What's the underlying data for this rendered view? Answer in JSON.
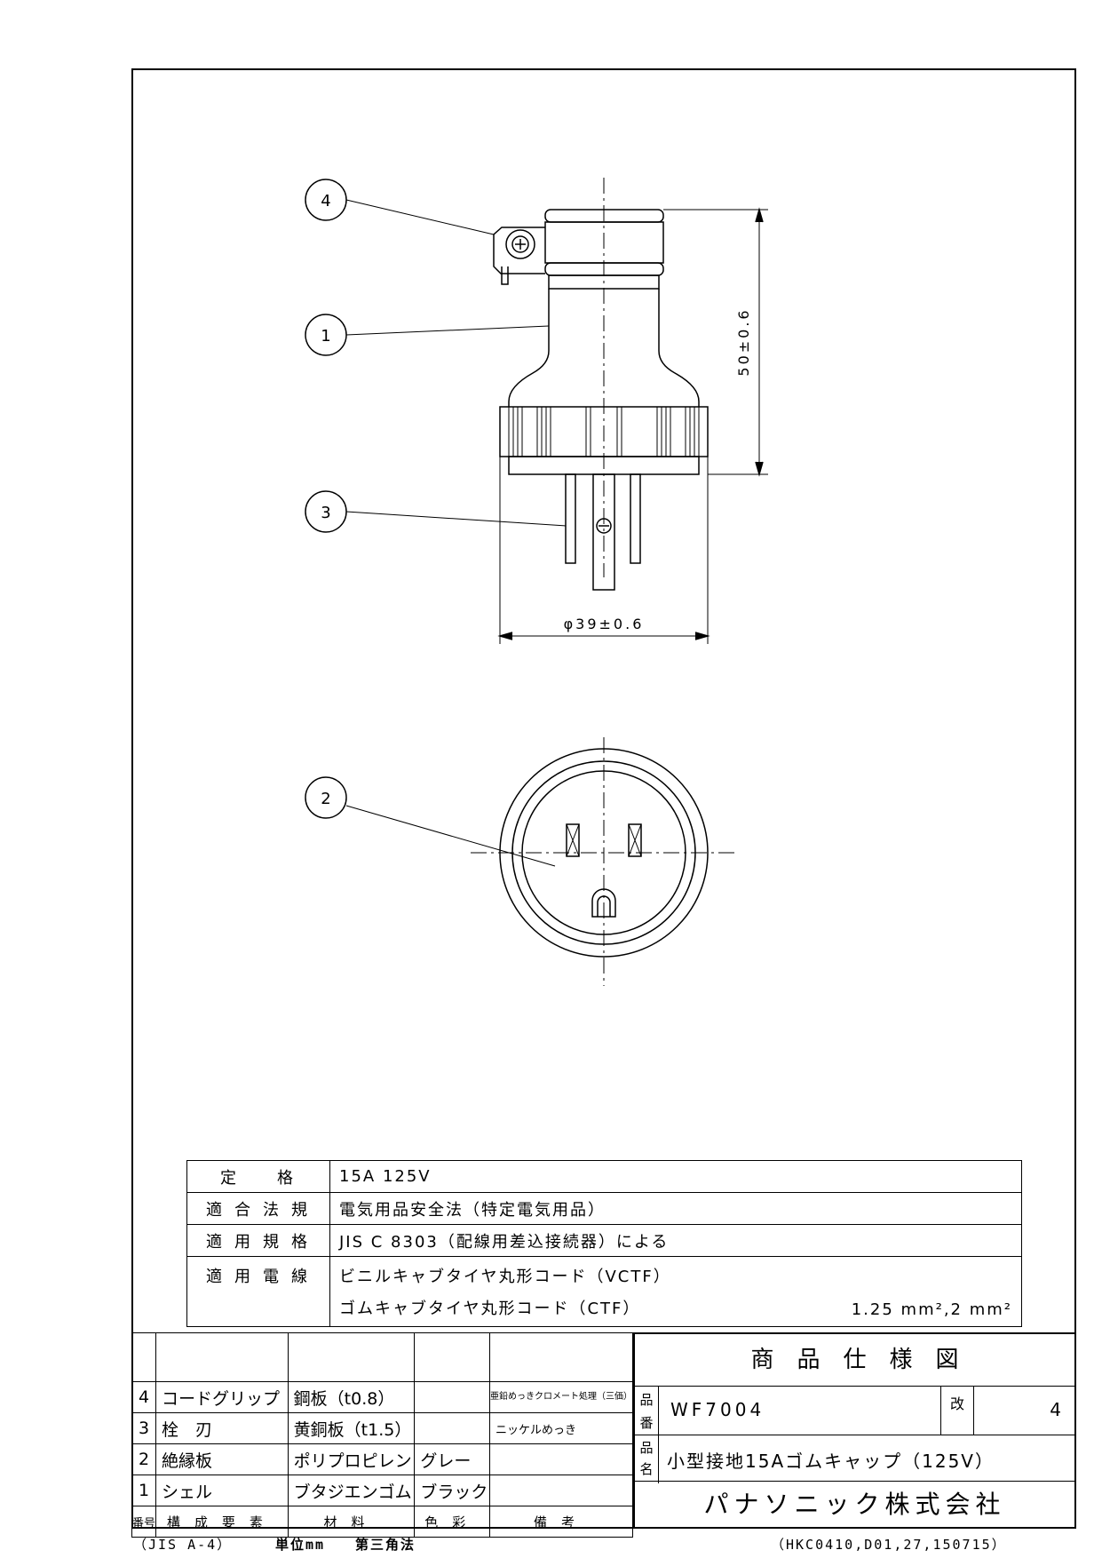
{
  "drawing": {
    "balloons": [
      "4",
      "1",
      "3",
      "2"
    ],
    "dim_height": "50±0.6",
    "dim_diameter": "φ39±0.6"
  },
  "spec_table": {
    "rows": [
      {
        "label": "定　格",
        "value": "15A 125V"
      },
      {
        "label": "適合法規",
        "value": "電気用品安全法（特定電気用品）"
      },
      {
        "label": "適用規格",
        "value": "JIS C 8303（配線用差込接続器）による"
      },
      {
        "label": "適用電線",
        "value": "ビニルキャブタイヤ丸形コード（VCTF）",
        "value2": "ゴムキャブタイヤ丸形コード（CTF）",
        "value3": "1.25 mm²,2 mm²"
      }
    ]
  },
  "parts_table": {
    "rows": [
      {
        "no": "4",
        "name": "コードグリップ",
        "material": "鋼板（t0.8）",
        "color": "",
        "note": "亜鉛めっきクロメート処理（三価）"
      },
      {
        "no": "3",
        "name": "栓　刃",
        "material": "黄銅板（t1.5）",
        "color": "",
        "note": "ニッケルめっき"
      },
      {
        "no": "2",
        "name": "絶縁板",
        "material": "ポリプロピレン",
        "color": "グレー",
        "note": ""
      },
      {
        "no": "1",
        "name": "シェル",
        "material": "ブタジエンゴム",
        "color": "ブラック",
        "note": ""
      }
    ],
    "header": {
      "no": "番号",
      "name": "構成要素",
      "material": "材料",
      "color": "色彩",
      "note": "備考"
    }
  },
  "title_block": {
    "title": "商　品　仕　様　図",
    "hinban_label": "品番",
    "hinban": "WF7004",
    "kai_label": "改",
    "kai": "4",
    "hinmei_label": "品名",
    "hinmei": "小型接地15Aゴムキャップ（125V）",
    "company": "パナソニック株式会社"
  },
  "footer": {
    "left": "（JIS A-4）",
    "unit": "単位mm",
    "projection": "第三角法",
    "code": "（HKC0410,D01,27,150715）"
  }
}
